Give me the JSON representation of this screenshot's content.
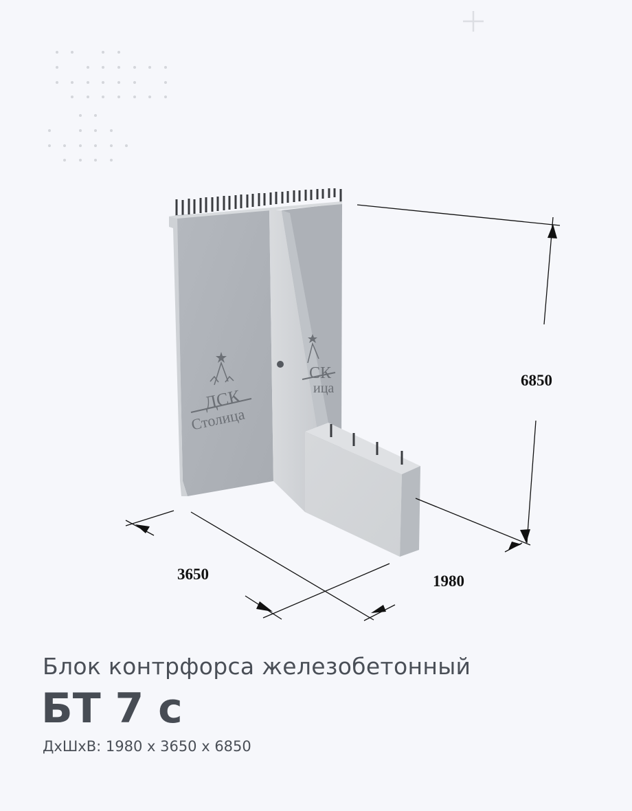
{
  "product": {
    "title": "Блок контрфорса железобетонный",
    "model": "БТ 7 с",
    "dimensions_label": "ДхШхВ: 1980 х  3650 х  6850"
  },
  "drawing": {
    "logo_line1": "ДСК",
    "logo_line2": "Столица",
    "dim_height": "6850",
    "dim_width": "3650",
    "dim_length": "1980"
  },
  "colors": {
    "background": "#f6f7fb",
    "text": "#4a4f57",
    "concrete_dark": "#a9adb3",
    "concrete_light": "#d5d8dc"
  }
}
